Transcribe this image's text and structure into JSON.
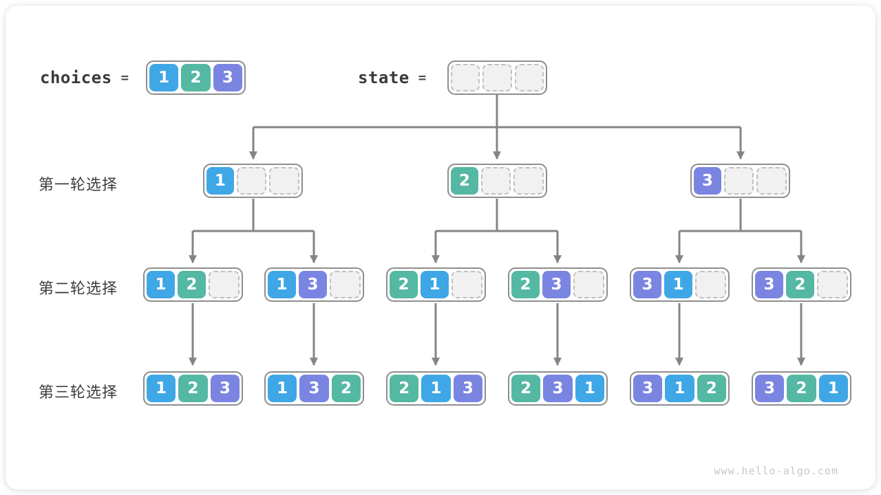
{
  "colors": {
    "1": "#3fa7e6",
    "2": "#54b8a3",
    "3": "#7a85e1"
  },
  "connector_color": "#848484",
  "header": {
    "choices_label": "choices",
    "choices_equals": "=",
    "choices_values": [
      1,
      2,
      3
    ],
    "state_label": "state",
    "state_equals": "=",
    "state_values": [
      null,
      null,
      null
    ]
  },
  "rows": [
    {
      "label": "第一轮选择",
      "nodes": [
        [
          1,
          null,
          null
        ],
        [
          2,
          null,
          null
        ],
        [
          3,
          null,
          null
        ]
      ]
    },
    {
      "label": "第二轮选择",
      "nodes": [
        [
          1,
          2,
          null
        ],
        [
          1,
          3,
          null
        ],
        [
          2,
          1,
          null
        ],
        [
          2,
          3,
          null
        ],
        [
          3,
          1,
          null
        ],
        [
          3,
          2,
          null
        ]
      ]
    },
    {
      "label": "第三轮选择",
      "nodes": [
        [
          1,
          2,
          3
        ],
        [
          1,
          3,
          2
        ],
        [
          2,
          1,
          3
        ],
        [
          2,
          3,
          1
        ],
        [
          3,
          1,
          2
        ],
        [
          3,
          2,
          1
        ]
      ]
    }
  ],
  "footer": "www.hello-algo.com"
}
